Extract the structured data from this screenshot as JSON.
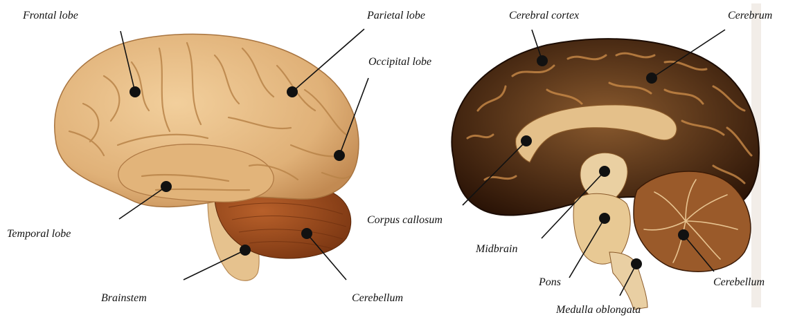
{
  "left_model": {
    "labels": {
      "frontal": "Frontal lobe",
      "parietal": "Parietal lobe",
      "occipital": "Occipital lobe",
      "temporal": "Temporal lobe",
      "brainstem": "Brainstem",
      "cerebellum": "Cerebellum"
    }
  },
  "right_section": {
    "labels": {
      "cortex": "Cerebral cortex",
      "cerebrum": "Cerebrum",
      "corpus_callosum": "Corpus callosum",
      "midbrain": "Midbrain",
      "pons": "Pons",
      "medulla": "Medulla oblongata",
      "cerebellum": "Cerebellum"
    }
  },
  "colors": {
    "model_tan": "#e3b780",
    "model_shadow": "#c98f55",
    "model_cerebellum": "#9b4a1c",
    "section_dark": "#3b1d0c",
    "section_light": "#e7c590",
    "leader": "#111111"
  }
}
